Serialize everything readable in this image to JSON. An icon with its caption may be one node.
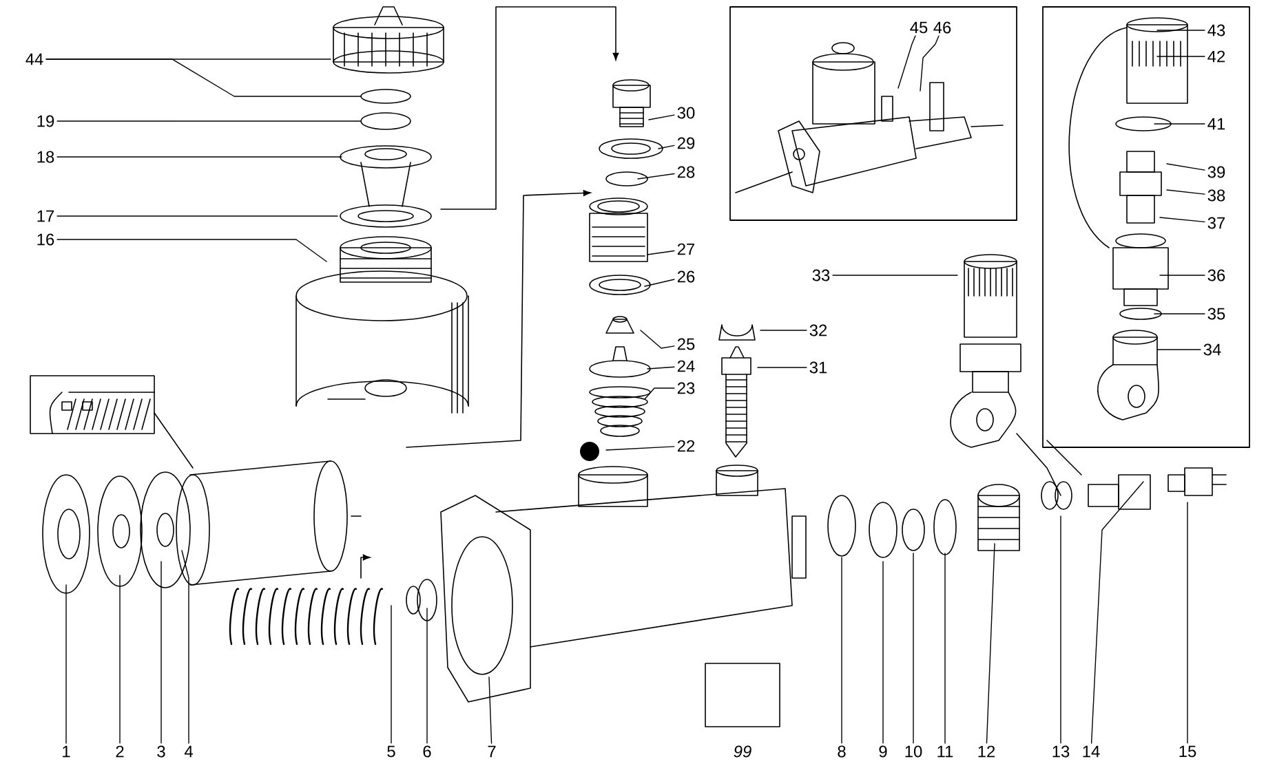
{
  "diagram": {
    "nodes": [
      {
        "text": [],
        "shape": "box"
      },
      {
        "text": [],
        "shape": "box"
      },
      {
        "text": [
          "44"
        ]
      },
      {
        "text": [
          "45"
        ],
        "in": 0
      },
      {
        "text": [
          "46"
        ],
        "in": 0
      },
      {
        "text": [
          "43"
        ],
        "in": 1
      },
      {
        "text": [
          "30"
        ]
      },
      {
        "text": [
          "19"
        ]
      },
      {
        "text": [
          "42"
        ],
        "in": 1
      },
      {
        "text": [
          "18"
        ]
      },
      {
        "text": [
          "29"
        ]
      },
      {
        "text": [
          "28"
        ]
      },
      {
        "text": [
          "41"
        ],
        "in": 1
      },
      {
        "text": [
          "17"
        ]
      },
      {
        "text": [
          "16"
        ]
      },
      {
        "text": [
          "39"
        ],
        "in": 1
      },
      {
        "text": [
          "38"
        ],
        "in": 1
      },
      {
        "text": [
          "37"
        ],
        "in": 1
      },
      {
        "text": [
          "27"
        ]
      },
      {
        "text": [
          "26"
        ]
      },
      {
        "text": [
          "33"
        ]
      },
      {
        "text": [
          "36"
        ],
        "in": 1
      },
      {
        "text": [
          "35"
        ],
        "in": 1
      },
      {
        "text": [
          "32"
        ]
      },
      {
        "text": [
          "25"
        ]
      },
      {
        "text": [
          "34"
        ],
        "in": 1
      },
      {
        "text": [
          "24"
        ]
      },
      {
        "text": [
          "31"
        ]
      },
      {
        "text": [
          "23"
        ]
      },
      {
        "text": [
          "22"
        ]
      },
      {
        "text": [
          "1"
        ]
      },
      {
        "text": [
          "2"
        ]
      },
      {
        "text": [
          "3"
        ]
      },
      {
        "text": [
          "4"
        ]
      },
      {
        "text": [
          "5"
        ]
      },
      {
        "text": [
          "6"
        ]
      },
      {
        "text": [
          "7"
        ]
      },
      {
        "text": [
          "8"
        ]
      },
      {
        "text": [
          "9"
        ]
      },
      {
        "text": [
          "10"
        ]
      },
      {
        "text": [
          "11"
        ]
      },
      {
        "text": [
          "12"
        ]
      },
      {
        "text": [
          "13"
        ]
      },
      {
        "text": [
          "14"
        ]
      },
      {
        "text": [
          "15"
        ]
      },
      {
        "text": [
          "99"
        ]
      }
    ],
    "edges": [
      {
        "from": 2,
        "to": null,
        "arrow": "none"
      },
      {
        "from": 2,
        "to": null,
        "arrow": "none"
      },
      {
        "from": 3,
        "to": null,
        "arrow": "none"
      },
      {
        "from": 4,
        "to": null,
        "arrow": "none"
      },
      {
        "from": 5,
        "to": null,
        "arrow": "none"
      },
      {
        "from": 6,
        "to": null,
        "arrow": "none"
      },
      {
        "from": 7,
        "to": null,
        "arrow": "none"
      },
      {
        "from": 8,
        "to": null,
        "arrow": "none"
      },
      {
        "from": 9,
        "to": null,
        "arrow": "none"
      },
      {
        "from": 10,
        "to": null,
        "arrow": "none"
      },
      {
        "from": 11,
        "to": null,
        "arrow": "none"
      },
      {
        "from": 12,
        "to": null,
        "arrow": "none"
      },
      {
        "from": 13,
        "to": null,
        "arrow": "none"
      },
      {
        "from": 14,
        "to": null,
        "arrow": "none"
      },
      {
        "from": 15,
        "to": null,
        "arrow": "none"
      },
      {
        "from": 16,
        "to": null,
        "arrow": "none"
      },
      {
        "from": 17,
        "to": null,
        "arrow": "none"
      },
      {
        "from": 18,
        "to": null,
        "arrow": "none"
      },
      {
        "from": 19,
        "to": null,
        "arrow": "none"
      },
      {
        "from": 20,
        "to": null,
        "arrow": "none"
      },
      {
        "from": 21,
        "to": null,
        "arrow": "none"
      },
      {
        "from": 22,
        "to": null,
        "arrow": "none"
      },
      {
        "from": 23,
        "to": null,
        "arrow": "none"
      },
      {
        "from": 24,
        "to": null,
        "arrow": "none"
      },
      {
        "from": 25,
        "to": null,
        "arrow": "none"
      },
      {
        "from": 26,
        "to": null,
        "arrow": "none"
      },
      {
        "from": 27,
        "to": null,
        "arrow": "none"
      },
      {
        "from": 28,
        "to": null,
        "arrow": "none"
      },
      {
        "from": 29,
        "to": null,
        "arrow": "none"
      },
      {
        "from": 30,
        "to": null,
        "arrow": "none"
      },
      {
        "from": 31,
        "to": null,
        "arrow": "none"
      },
      {
        "from": 32,
        "to": null,
        "arrow": "none"
      },
      {
        "from": 33,
        "to": null,
        "arrow": "none"
      },
      {
        "from": 34,
        "to": null,
        "arrow": "none"
      },
      {
        "from": 35,
        "to": null,
        "arrow": "none"
      },
      {
        "from": 36,
        "to": null,
        "arrow": "none"
      },
      {
        "from": 37,
        "to": null,
        "arrow": "none"
      },
      {
        "from": 38,
        "to": null,
        "arrow": "none"
      },
      {
        "from": 39,
        "to": null,
        "arrow": "none"
      },
      {
        "from": 40,
        "to": null,
        "arrow": "none"
      },
      {
        "from": 41,
        "to": null,
        "arrow": "none"
      },
      {
        "from": 42,
        "to": null,
        "arrow": "none"
      },
      {
        "from": 43,
        "to": null,
        "arrow": "none"
      },
      {
        "from": 44,
        "to": null,
        "arrow": "none"
      }
    ]
  }
}
